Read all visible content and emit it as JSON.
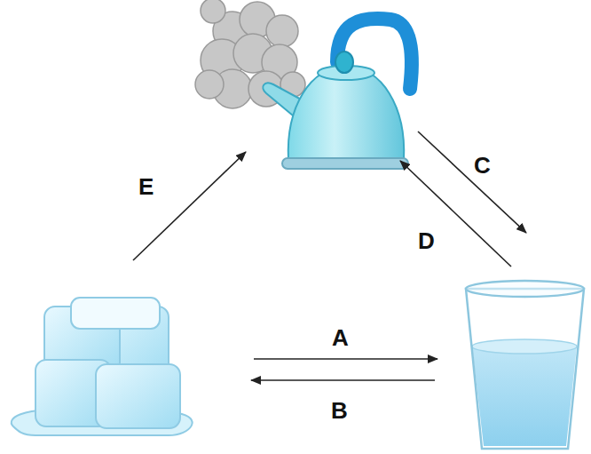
{
  "diagram": {
    "labels": [
      "E",
      "C",
      "D",
      "A",
      "B"
    ]
  }
}
